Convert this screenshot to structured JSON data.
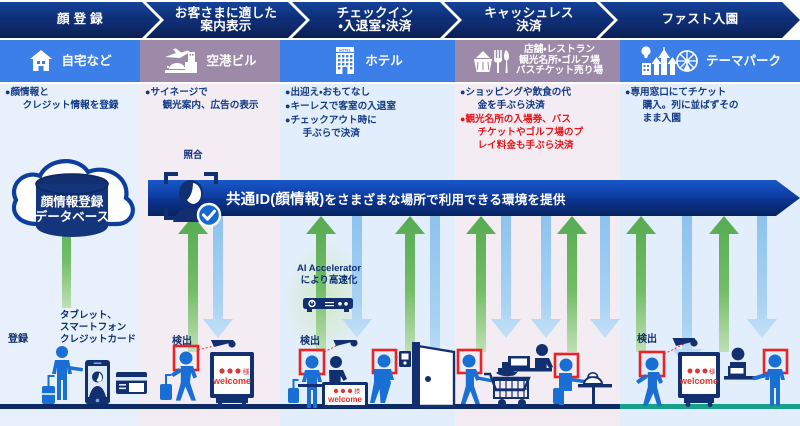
{
  "header": {
    "stages": [
      {
        "id": "face-registration",
        "label": "顔 登 録"
      },
      {
        "id": "guidance-display",
        "label": "お客さまに適した\n案内表示"
      },
      {
        "id": "checkin-access-payment",
        "label": "チェックイン\n・入退室・決済"
      },
      {
        "id": "cashless-payment",
        "label": "キャッシュレス\n決済"
      },
      {
        "id": "fast-park-entry",
        "label": "ファスト入園"
      }
    ]
  },
  "locations": [
    {
      "id": "home",
      "label": "自宅など",
      "icon": "house-icon",
      "tint": "blue"
    },
    {
      "id": "airport",
      "label": "空港ビル",
      "icon": "airport-icon",
      "tint": "purple"
    },
    {
      "id": "hotel",
      "label": "ホテル",
      "icon": "hotel-icon",
      "tint": "blue"
    },
    {
      "id": "shops",
      "label": "店舗・レストラン\n観光名所・ゴルフ場\nバスチケット売り場",
      "icon": "basket-cutlery-icon",
      "tint": "purple"
    },
    {
      "id": "theme-park",
      "label": "テーマパーク",
      "icon": "theme-park-icon",
      "tint": "blue"
    }
  ],
  "bullets": [
    {
      "id": "col-home",
      "items": [
        {
          "text": "顔情報と\n　クレジット情報を登録",
          "color": "blue"
        }
      ]
    },
    {
      "id": "col-airport",
      "items": [
        {
          "text": "サイネージで\n　観光案内、広告の表示",
          "color": "blue"
        }
      ]
    },
    {
      "id": "col-hotel",
      "items": [
        {
          "text": "出迎え・おもてなし",
          "color": "blue"
        },
        {
          "text": "キーレスで客室の入退室",
          "color": "blue"
        },
        {
          "text": "チェックアウト時に\n　手ぶらで決済",
          "color": "blue"
        }
      ]
    },
    {
      "id": "col-shops",
      "items": [
        {
          "text": "ショッピングや飲食の代\n　金を手ぶら決済",
          "color": "blue"
        },
        {
          "text": "観光名所の入場券、バス\n　チケットやゴルフ場のプ\n　レイ料金も手ぶら決済",
          "color": "red"
        }
      ]
    },
    {
      "id": "col-themepark",
      "items": [
        {
          "text": "専用窓口にてチケット\n　購入。列に並ばずその\n　まま入園",
          "color": "blue"
        }
      ]
    }
  ],
  "database": {
    "line1": "顔情報登録",
    "line2": "データベース",
    "icon": "cloud-database-icon"
  },
  "banner": {
    "text_main": "共通ID(顔情報)",
    "text_rest": "をさまざまな場所で利用できる環境を提供",
    "icon": "face-verification-icon"
  },
  "annotations": {
    "matching": "照合",
    "register": "登録",
    "devices": "タブレット、\nスマートフォン\nクレジットカード",
    "ai_accelerator": "AI Accelerator\nにより高速化",
    "detect": "検出"
  },
  "signage": {
    "welcome": "welcome",
    "dots": "●●● 様"
  },
  "colors": {
    "header_dark": "#0d2d73",
    "header_light": "#16439b",
    "location_blue": "#3d7fe8",
    "location_purple": "#9d8aa8",
    "banner_blue": "#0e3ea4",
    "text_blue": "#123a86",
    "text_red": "#e8161c",
    "arrow_green": "#6cb963",
    "arrow_blue": "#8dc2ee",
    "tint_blue": "#e8f1fb",
    "tint_pink": "#f3ecf2",
    "figure_blue": "#1a6fd4",
    "detect_box_red": "#ee2222",
    "ground_navy": "#0d2a66"
  }
}
